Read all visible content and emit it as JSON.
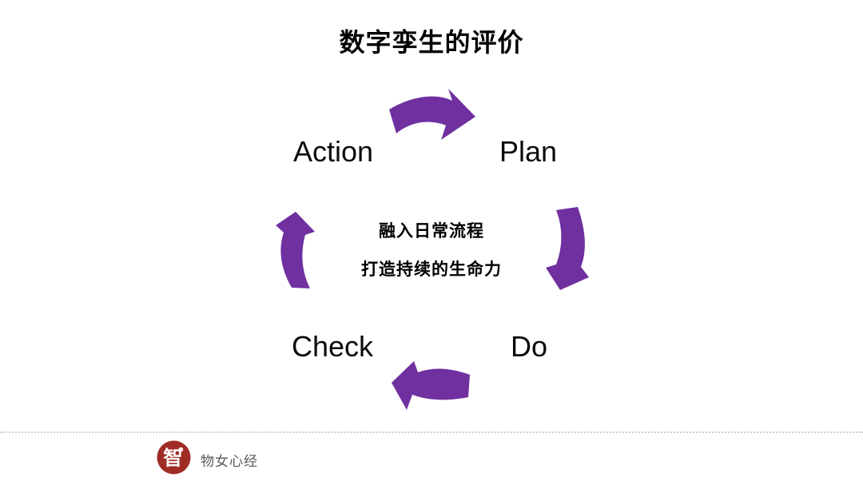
{
  "slide": {
    "title": "数字孪生的评价"
  },
  "cycle": {
    "type": "pdca-cycle",
    "direction": "clockwise",
    "arrow_color": "#7030A0",
    "nodes": [
      {
        "id": "action",
        "label": "Action"
      },
      {
        "id": "plan",
        "label": "Plan"
      },
      {
        "id": "do",
        "label": "Do"
      },
      {
        "id": "check",
        "label": "Check"
      }
    ],
    "center_text": {
      "line1": "融入日常流程",
      "line2": "打造持续的生命力"
    }
  },
  "footer": {
    "logo_char": "智",
    "logo_bg_color": "#A02C26",
    "brand": "物女心经",
    "brand_color": "#595959"
  }
}
